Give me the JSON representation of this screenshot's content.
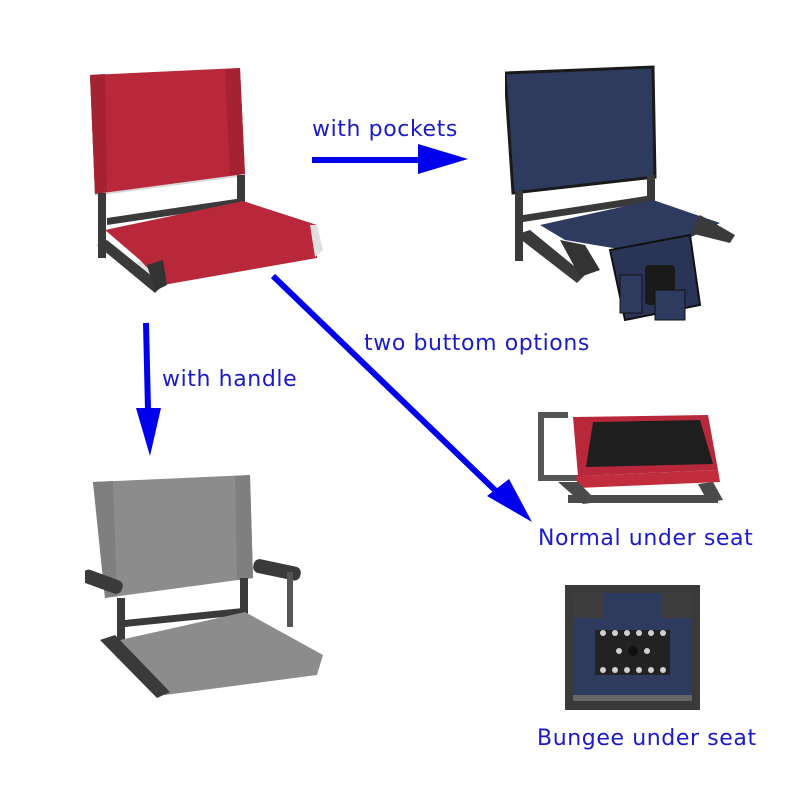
{
  "colors": {
    "label_text": "#1a1acc",
    "arrow": "#0000ee",
    "background": "#ffffff",
    "red_fabric": "#b8283a",
    "navy_fabric": "#2f3a5f",
    "gray_fabric": "#8c8c8c",
    "frame": "#3a3a3a"
  },
  "labels": {
    "pockets": "with pockets",
    "handle": "with handle",
    "bottom_options": "two buttom options",
    "normal": "Normal under seat",
    "bungee": "Bungee under seat"
  },
  "products": [
    {
      "id": "base",
      "fabric": "red",
      "description": "stadium seat base model"
    },
    {
      "id": "pockets",
      "fabric": "navy",
      "description": "stadium seat with side pockets"
    },
    {
      "id": "handle",
      "fabric": "gray",
      "description": "stadium seat with armrest handles"
    },
    {
      "id": "normal",
      "fabric": "red/black",
      "description": "normal under seat view"
    },
    {
      "id": "bungee",
      "fabric": "navy",
      "description": "bungee under seat view"
    }
  ],
  "arrows": [
    {
      "from": "base",
      "to": "pockets",
      "icon": "arrow-right-icon"
    },
    {
      "from": "base",
      "to": "handle",
      "icon": "arrow-down-icon"
    },
    {
      "from": "base",
      "to": "normal",
      "icon": "arrow-diagonal-icon"
    }
  ]
}
